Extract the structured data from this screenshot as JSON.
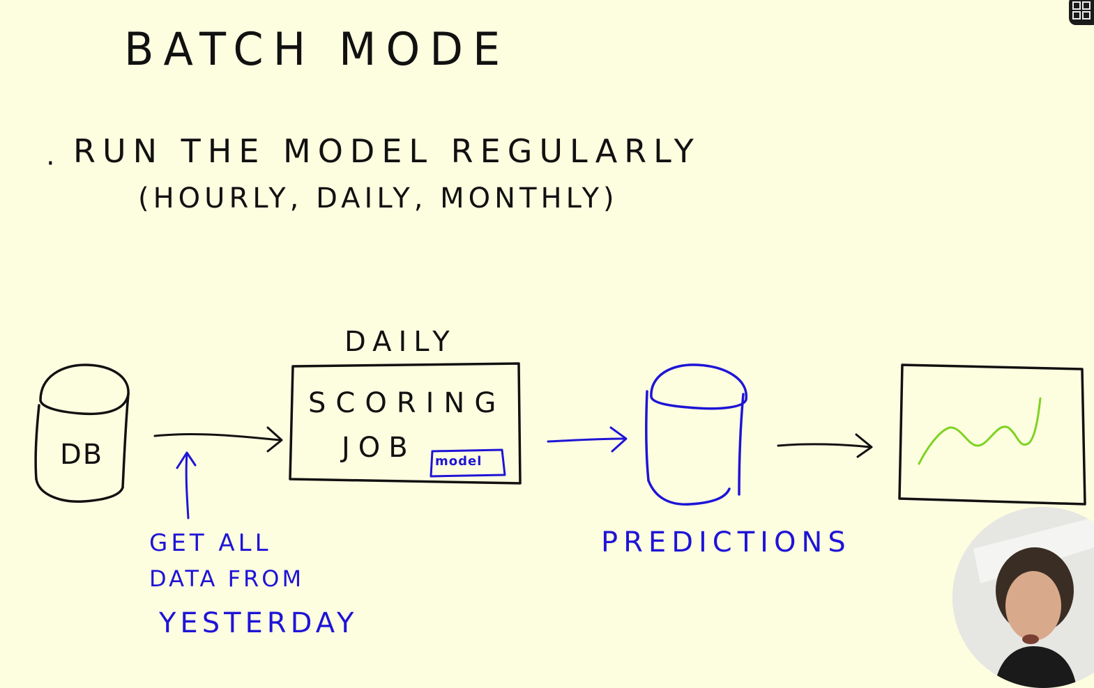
{
  "title": "BATCH MODE",
  "bullet": {
    "line1": "RUN THE MODEL REGULARLY",
    "line2": "(HOURLY, DAILY, MONTHLY)"
  },
  "diagram": {
    "db_label": "DB",
    "schedule_label": "DAILY",
    "job_label_line1": "SCORING",
    "job_label_line2": "JOB",
    "model_label": "model",
    "annotation_line1": "GET ALL",
    "annotation_line2": "DATA FROM",
    "annotation_line3": "YESTERDAY",
    "predictions_label": "PREDICTIONS"
  },
  "colors": {
    "background": "#fdfde0",
    "black_ink": "#111111",
    "blue_ink": "#1e14d6",
    "green_ink": "#7ed321"
  },
  "icons": {
    "corner_button": "grid-icon",
    "webcam": "presenter-webcam"
  }
}
